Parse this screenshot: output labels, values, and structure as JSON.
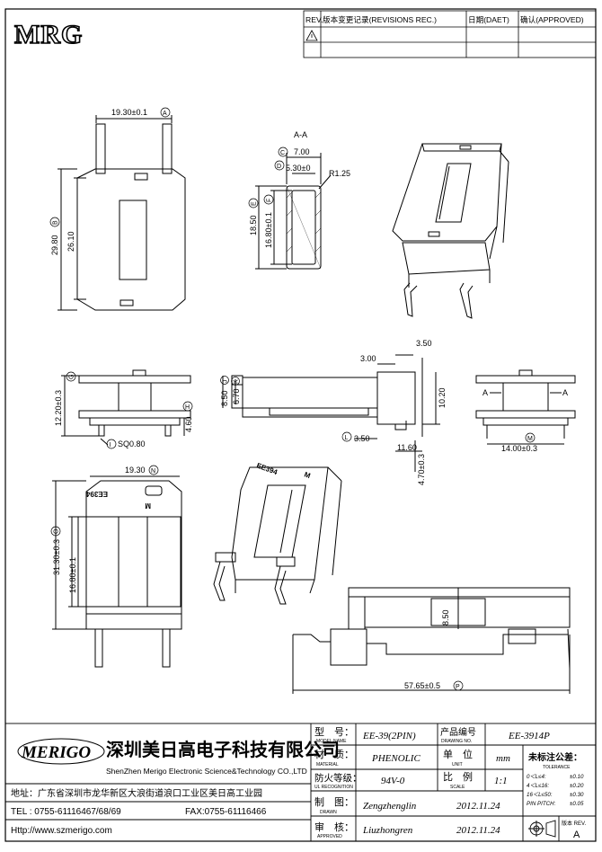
{
  "logo": {
    "text": "MRG"
  },
  "revision_table": {
    "headers": [
      "REV.",
      "版本变更记录(REVISIONS REC.)",
      "日期(DAET)",
      "确认(APPROVED)"
    ]
  },
  "section": {
    "label": "A-A"
  },
  "dimensions": {
    "top_width": "19.30±0.1",
    "top_width_tag": "A",
    "outer_height": "29.80",
    "outer_height_tag": "B",
    "inner_height": "26.10",
    "sec_width": "7.00",
    "sec_width_tag": "C",
    "sec_wall": "5.30±0",
    "sec_wall_tag": "D",
    "sec_radius": "R1.25",
    "sec_height": "18.50",
    "sec_height_tag": "E",
    "sec_inner": "16.80±0.1",
    "sec_inner_tag": "F",
    "front_height": "12.20±0.3",
    "front_height_tag": "G",
    "front_small": "4.60",
    "front_small_tag": "H",
    "pin_sq": "SQ0.80",
    "pin_sq_tag": "I",
    "side_a": "8.50",
    "side_a_tag": "J",
    "side_b": "6.70",
    "side_b_tag": "K",
    "side_c": "3.00",
    "side_d": "3.50",
    "side_e": "10.20",
    "side_f": "3.50",
    "side_f_tag": "L",
    "side_g": "11.60",
    "side_h": "4.70±0.3",
    "end_width": "14.00±0.3",
    "end_width_tag": "M",
    "end_a": "A",
    "bot_width": "19.30",
    "bot_width_tag": "N",
    "bot_height": "31.30±0.3",
    "bot_height_tag": "O",
    "bot_inner": "16.80±0.1",
    "bot_mark": "EE394",
    "bot_mark2": "M",
    "long_height": "8.50",
    "long_width": "57.65±0.5",
    "long_width_tag": "P"
  },
  "company": {
    "logo": "MERIGO",
    "name_cn": "深圳美日高电子科技有限公司",
    "name_en": "ShenZhen Merigo Electronic Science&Technology CO.,LTD",
    "address": "地址：广东省深圳市龙华新区大浪街道浪口工业区美日高工业园",
    "tel": "TEL : 0755-61116467/68/69",
    "fax": "FAX:0755-61116466",
    "web": "Http://www.szmerigo.com"
  },
  "title_block": {
    "type_label": "型　号：",
    "type_sub": "MODEL NAME",
    "type_value": "EE-39(2PIN)",
    "drawing_no_label": "产品编号",
    "drawing_no_sub": "DRAWING NO.",
    "drawing_no_value": "EE-3914P",
    "material_label": "材　质：",
    "material_sub": "MATERIAL",
    "material_value": "PHENOLIC",
    "unit_label": "单　位",
    "unit_sub": "UNIT",
    "unit_value": "mm",
    "ul_label": "防火等级：",
    "ul_sub": "UL RECOGNITION",
    "ul_value": "94V-0",
    "scale_label": "比　例",
    "scale_sub": "SCALE",
    "scale_value": "1:1",
    "drawn_label": "制　图：",
    "drawn_sub": "DRAWN",
    "drawn_value": "Zengzhenglin",
    "drawn_date": "2012.11.24",
    "approved_label": "审　核：",
    "approved_sub": "APPROVED",
    "approved_value": "Liuzhongren",
    "approved_date": "2012.11.24",
    "tolerance_title": "未标注公差：",
    "tolerance_sub": "TOLERANCE",
    "tolerances": [
      {
        "range": "0＜L≤4:",
        "value": "±0.10"
      },
      {
        "range": "4＜L≤16:",
        "value": "±0.20"
      },
      {
        "range": "16＜L≤50:",
        "value": "±0.30"
      },
      {
        "range": "PIN PITCH:",
        "value": "±0.05"
      }
    ],
    "version_label": "版本 REV.",
    "version_value": "A"
  }
}
